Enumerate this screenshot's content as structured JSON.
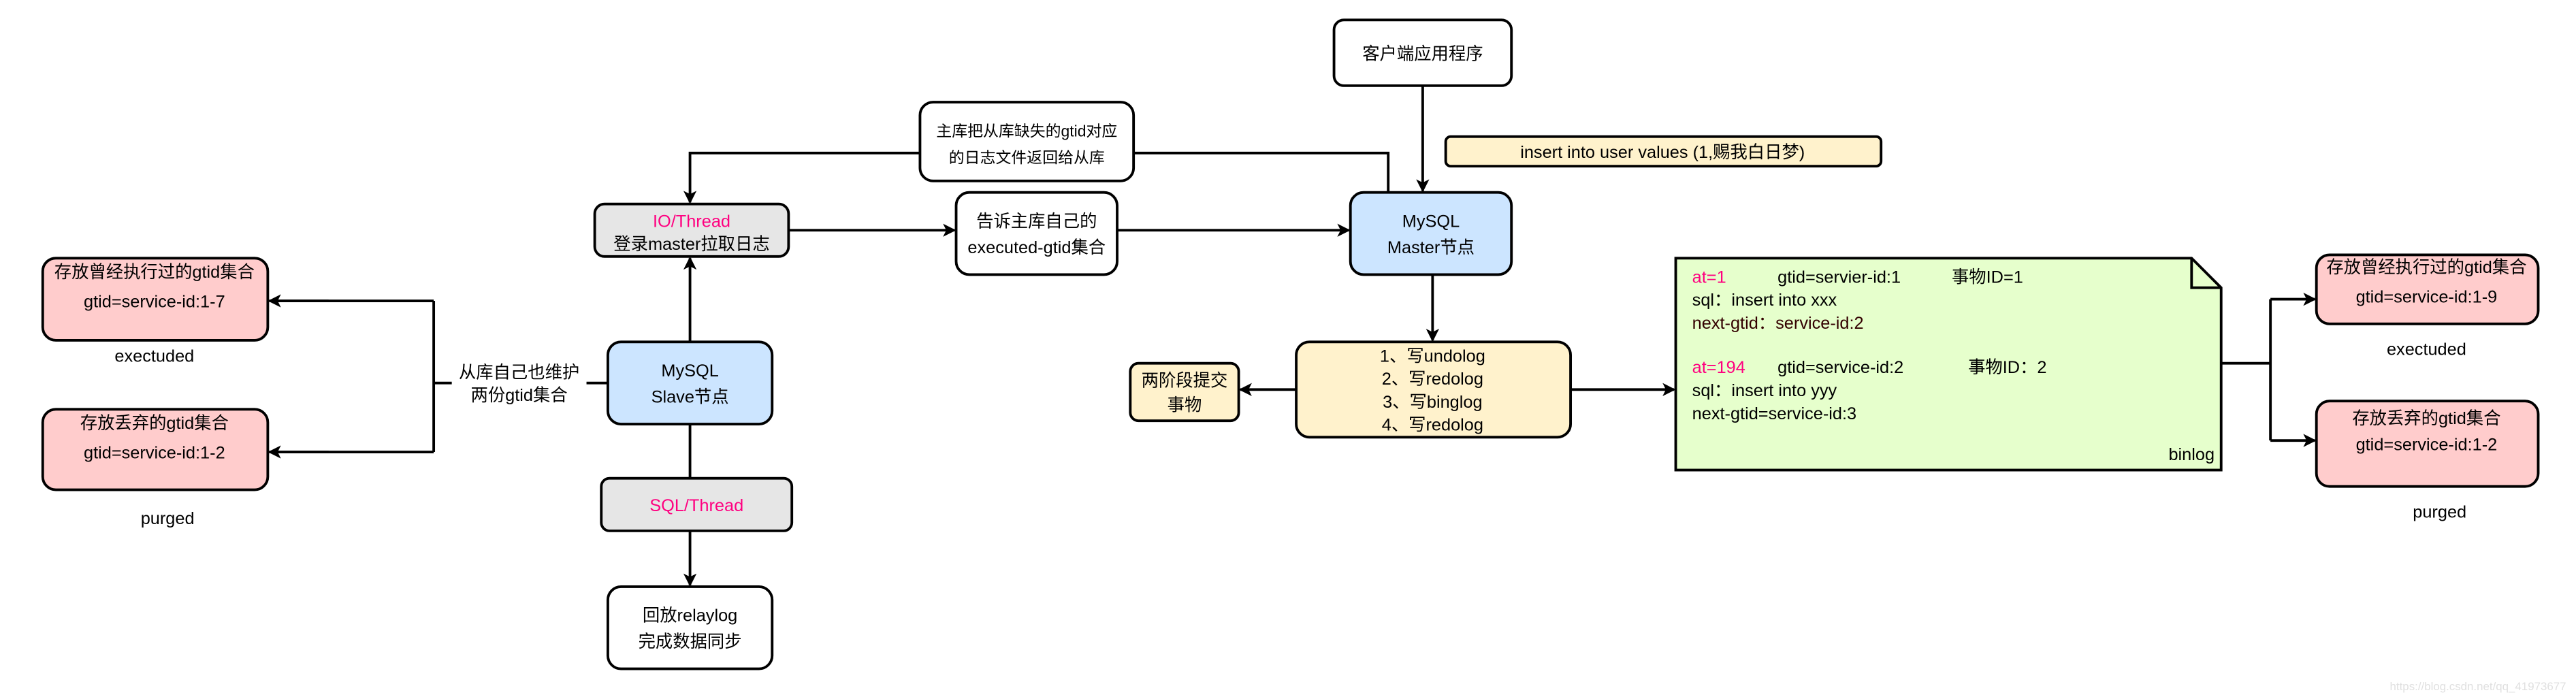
{
  "colors": {
    "master_fill": "#cce5ff",
    "slave_fill": "#cce5ff",
    "thread_fill": "#e6e6e6",
    "pink_box": "#ffcccc",
    "note_fill": "#fff2cc",
    "binlog_fill": "#e6ffcc",
    "thread_text": "#ff0080"
  },
  "client": {
    "label": "客户端应用程序"
  },
  "return_note": {
    "line1": "主库把从库缺失的gtid对应",
    "line2": "的日志文件返回给从库"
  },
  "sql_note": {
    "label": "insert into user values (1,赐我白日梦)"
  },
  "io_thread": {
    "title": "IO/Thread",
    "desc": "登录master拉取日志"
  },
  "tell_master": {
    "line1": "告诉主库自己的",
    "line2": "executed-gtid集合"
  },
  "master": {
    "line1": "MySQL",
    "line2": "Master节点"
  },
  "slave": {
    "line1": "MySQL",
    "line2": "Slave节点"
  },
  "slave_label": {
    "line1": "从库自己也维护",
    "line2": "两份gtid集合"
  },
  "sql_thread": {
    "title": "SQL/Thread"
  },
  "replay": {
    "line1": "回放relaylog",
    "line2": "完成数据同步"
  },
  "left_executed": {
    "title": "存放曾经执行过的gtid集合",
    "value": "gtid=service-id:1-7",
    "caption": "exectuded"
  },
  "left_purged": {
    "title": "存放丢弃的gtid集合",
    "value": "gtid=service-id:1-2",
    "caption": "purged"
  },
  "two_phase": {
    "line1": "两阶段提交",
    "line2": "事物"
  },
  "steps": [
    "1、写undolog",
    "2、写redolog",
    "3、写binglog",
    "4、写redolog"
  ],
  "binlog": {
    "entries": [
      {
        "at": "at=1",
        "gtid": "gtid=servier-id:1",
        "tx": "事物ID=1",
        "sql": "sql：insert into xxx",
        "next": "next-gtid：service-id:2"
      },
      {
        "at": "at=194",
        "gtid": "gtid=service-id:2",
        "tx": "事物ID：2",
        "sql": "sql：insert into yyy",
        "next": "next-gtid=service-id:3"
      }
    ],
    "label": "binlog"
  },
  "right_executed": {
    "title": "存放曾经执行过的gtid集合",
    "value": "gtid=service-id:1-9",
    "caption": "exectuded"
  },
  "right_purged": {
    "title": "存放丢弃的gtid集合",
    "value": "gtid=service-id:1-2",
    "caption": "purged"
  },
  "watermark": "https://blog.csdn.net/qq_41973677"
}
